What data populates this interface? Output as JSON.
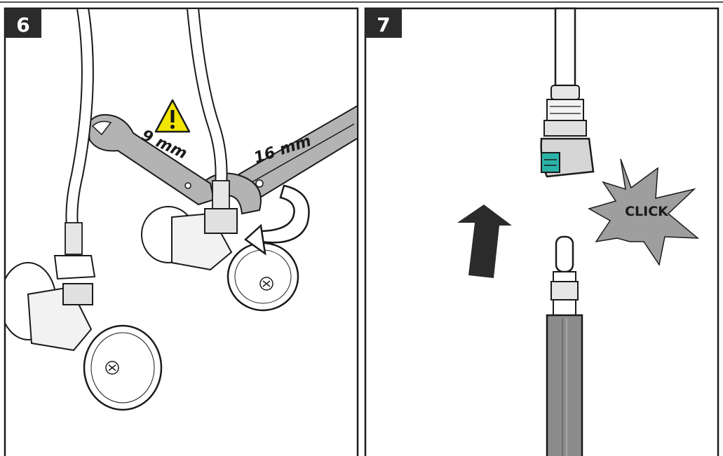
{
  "steps": [
    {
      "number": "6",
      "labels": {
        "small_wrench": "9 mm",
        "large_wrench": "16 mm"
      },
      "icons": [
        "warning-icon",
        "rotate-arrow-icon"
      ]
    },
    {
      "number": "7",
      "labels": {
        "click": "CLICK"
      },
      "icons": [
        "up-arrow-icon",
        "click-burst-icon"
      ]
    }
  ],
  "colors": {
    "step_badge": "#2b2b2b",
    "wrench": "#b3b3b3",
    "hose": "#ffffff",
    "hose_gray": "#8c8c8c",
    "warning": "#f2e600",
    "connector_accent": "#2bb3a8",
    "burst": "#9e9e9e",
    "outline": "#1a1a1a"
  }
}
